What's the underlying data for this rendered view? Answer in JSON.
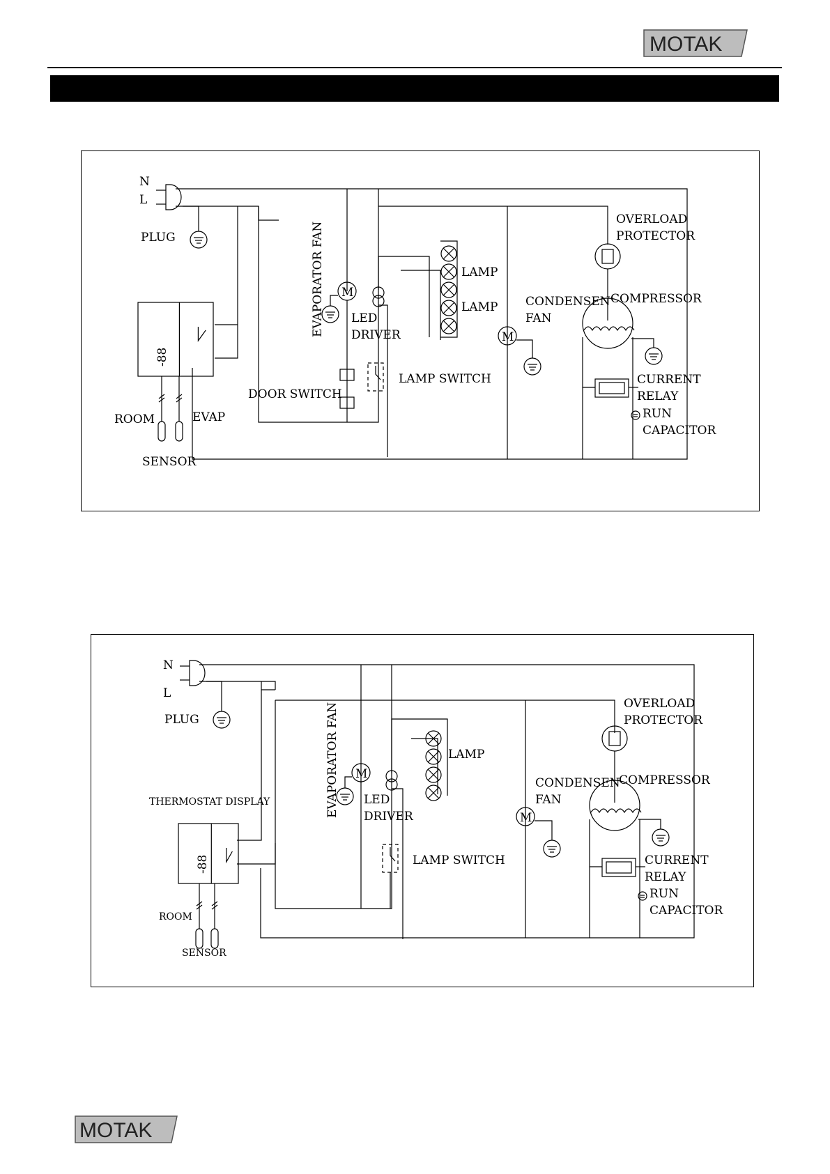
{
  "brand": {
    "name": "MOTAK",
    "accent": "#1e8fd6",
    "plate": "#bdbdbd"
  },
  "diagram_1": {
    "n": "N",
    "l": "L",
    "plug": "PLUG",
    "evaporator_fan": "EVAPORATOR FAN",
    "led_driver_1": "LED",
    "led_driver_2": "DRIVER",
    "lamp_a": "LAMP",
    "lamp_b": "LAMP",
    "lamp_switch": "LAMP SWITCH",
    "door_switch": "DOOR SWITCH",
    "room": "ROOM",
    "evap": "EVAP",
    "sensor": "SENSOR",
    "condensen": "CONDENSEN",
    "fan": "FAN",
    "overload": "OVERLOAD",
    "protector": "PROTECTOR",
    "compressor": "COMPRESSOR",
    "current": "CURRENT",
    "relay": "RELAY",
    "run": "RUN",
    "capacitor": "CAPACITOR",
    "motor": "M",
    "display_digits": "-88"
  },
  "diagram_2": {
    "n": "N",
    "l": "L",
    "plug": "PLUG",
    "evaporator_fan": "EVAPORATOR FAN",
    "led_driver_1": "LED",
    "led_driver_2": "DRIVER",
    "lamp": "LAMP",
    "lamp_switch": "LAMP SWITCH",
    "thermostat_display": "THERMOSTAT DISPLAY",
    "room": "ROOM",
    "sensor": "SENSOR",
    "condensen": "CONDENSEN",
    "fan": "FAN",
    "overload": "OVERLOAD",
    "protector": "PROTECTOR",
    "compressor": "COMPRESSOR",
    "current": "CURRENT",
    "relay": "RELAY",
    "run": "RUN",
    "capacitor": "CAPACITOR",
    "motor": "M",
    "display_digits": "-88"
  }
}
